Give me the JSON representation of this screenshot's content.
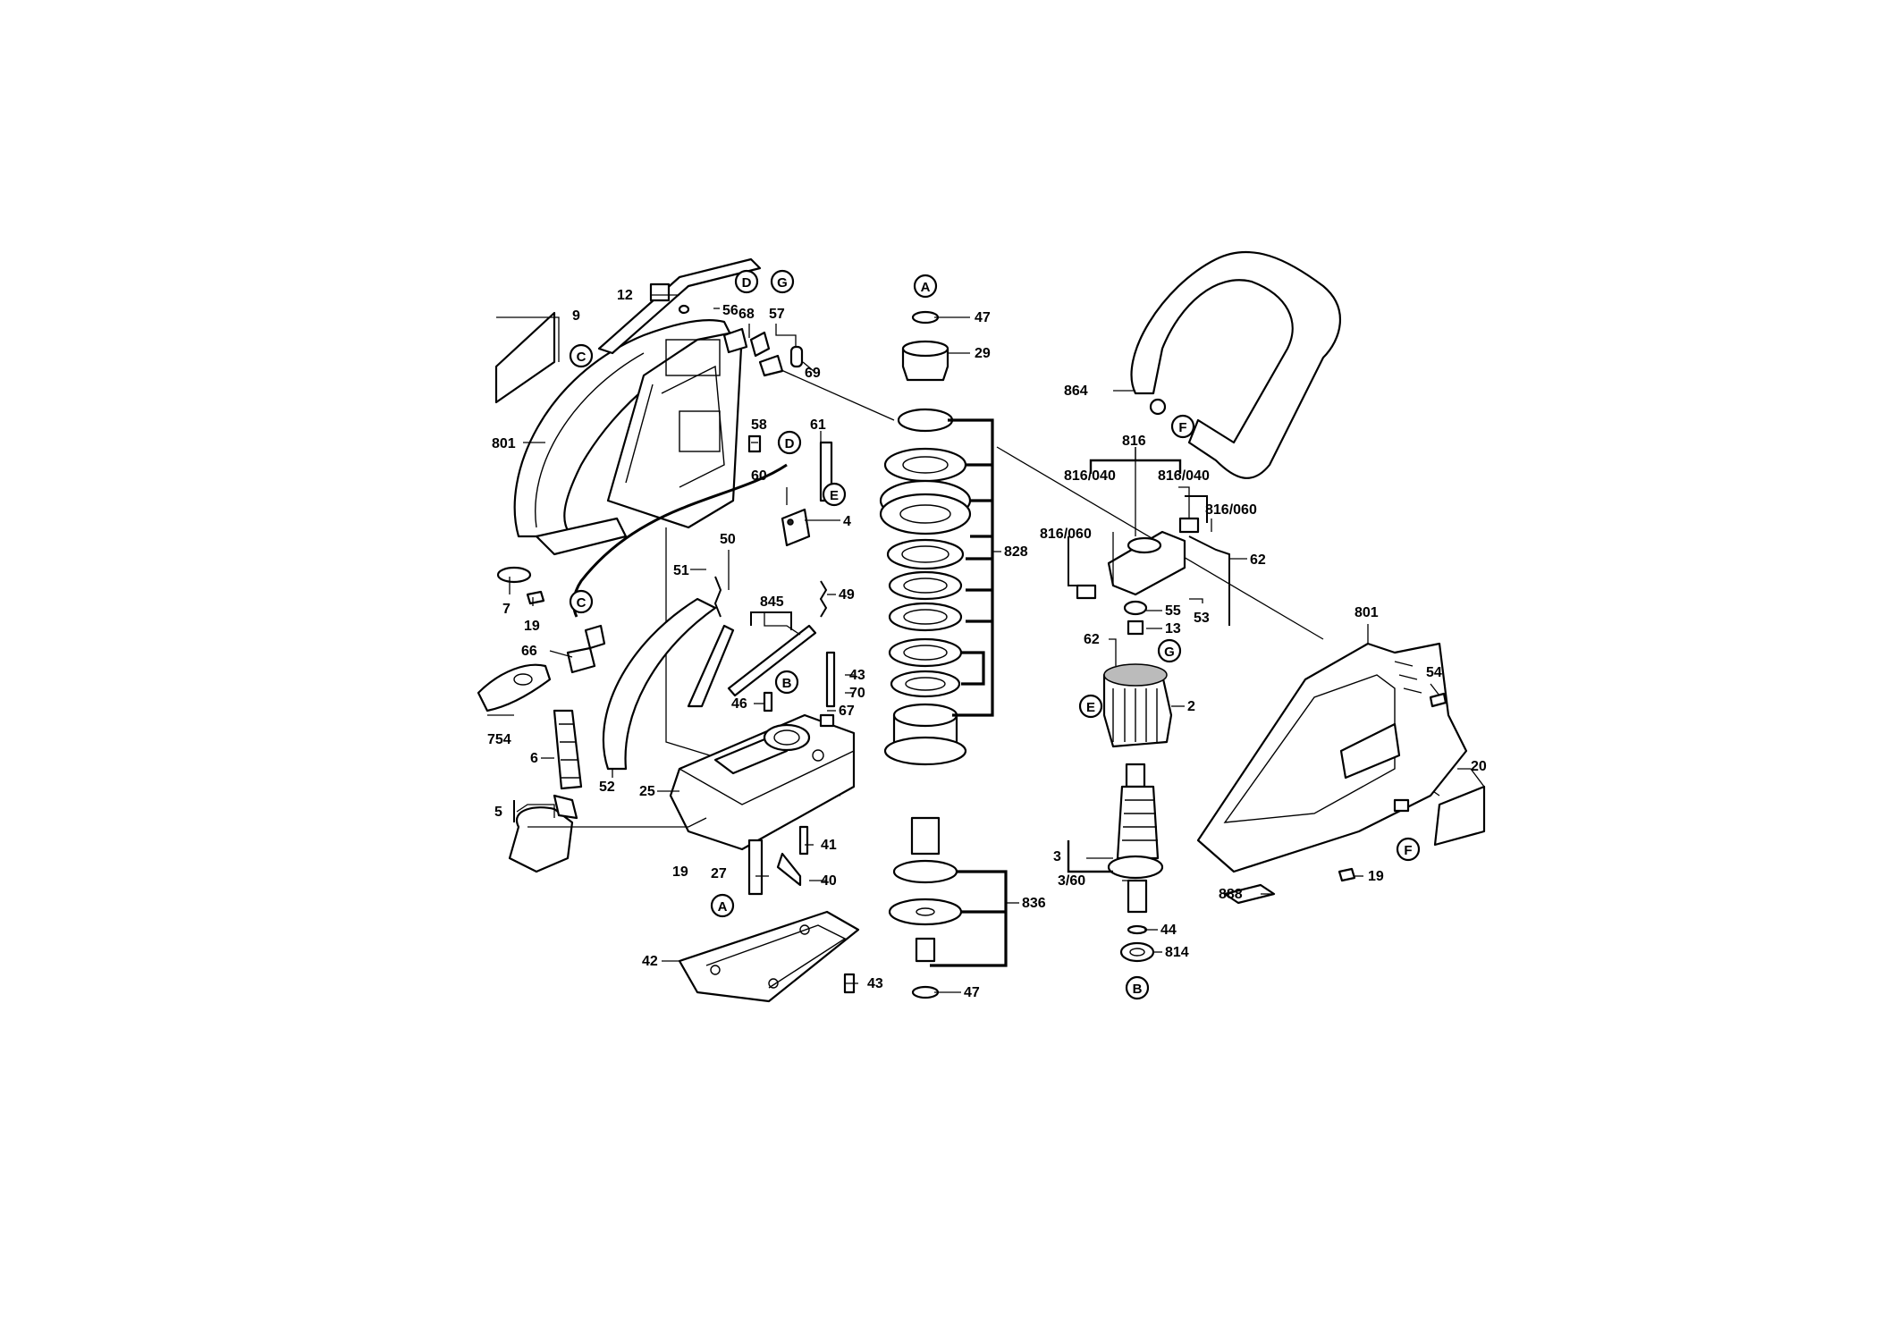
{
  "diagram": {
    "type": "exploded parts diagram",
    "part_labels": [
      {
        "id": "9",
        "text": "9"
      },
      {
        "id": "12",
        "text": "12"
      },
      {
        "id": "56",
        "text": "56"
      },
      {
        "id": "68",
        "text": "68"
      },
      {
        "id": "57",
        "text": "57"
      },
      {
        "id": "69",
        "text": "69"
      },
      {
        "id": "801a",
        "text": "801"
      },
      {
        "id": "58",
        "text": "58"
      },
      {
        "id": "61",
        "text": "61"
      },
      {
        "id": "60",
        "text": "60"
      },
      {
        "id": "4",
        "text": "4"
      },
      {
        "id": "50",
        "text": "50"
      },
      {
        "id": "51",
        "text": "51"
      },
      {
        "id": "845",
        "text": "845"
      },
      {
        "id": "49",
        "text": "49"
      },
      {
        "id": "7",
        "text": "7"
      },
      {
        "id": "19a",
        "text": "19"
      },
      {
        "id": "66",
        "text": "66"
      },
      {
        "id": "43a",
        "text": "43"
      },
      {
        "id": "70",
        "text": "70"
      },
      {
        "id": "46",
        "text": "46"
      },
      {
        "id": "67",
        "text": "67"
      },
      {
        "id": "754",
        "text": "754"
      },
      {
        "id": "6",
        "text": "6"
      },
      {
        "id": "52",
        "text": "52"
      },
      {
        "id": "25",
        "text": "25"
      },
      {
        "id": "5",
        "text": "5"
      },
      {
        "id": "41",
        "text": "41"
      },
      {
        "id": "19b",
        "text": "19"
      },
      {
        "id": "27",
        "text": "27"
      },
      {
        "id": "40",
        "text": "40"
      },
      {
        "id": "42",
        "text": "42"
      },
      {
        "id": "43b",
        "text": "43"
      },
      {
        "id": "47a",
        "text": "47"
      },
      {
        "id": "29",
        "text": "29"
      },
      {
        "id": "828",
        "text": "828"
      },
      {
        "id": "836",
        "text": "836"
      },
      {
        "id": "47b",
        "text": "47"
      },
      {
        "id": "864",
        "text": "864"
      },
      {
        "id": "816",
        "text": "816"
      },
      {
        "id": "816-040a",
        "text": "816/040"
      },
      {
        "id": "816-040b",
        "text": "816/040"
      },
      {
        "id": "816-060a",
        "text": "816/060"
      },
      {
        "id": "816-060b",
        "text": "816/060"
      },
      {
        "id": "62a",
        "text": "62"
      },
      {
        "id": "55",
        "text": "55"
      },
      {
        "id": "53",
        "text": "53"
      },
      {
        "id": "13",
        "text": "13"
      },
      {
        "id": "62b",
        "text": "62"
      },
      {
        "id": "2",
        "text": "2"
      },
      {
        "id": "801b",
        "text": "801"
      },
      {
        "id": "54",
        "text": "54"
      },
      {
        "id": "20",
        "text": "20"
      },
      {
        "id": "3",
        "text": "3"
      },
      {
        "id": "3-60",
        "text": "3/60"
      },
      {
        "id": "19c",
        "text": "19"
      },
      {
        "id": "888",
        "text": "888"
      },
      {
        "id": "44",
        "text": "44"
      },
      {
        "id": "814",
        "text": "814"
      }
    ],
    "reference_markers": [
      {
        "id": "D1",
        "text": "D"
      },
      {
        "id": "G1",
        "text": "G"
      },
      {
        "id": "C1",
        "text": "C"
      },
      {
        "id": "D2",
        "text": "D"
      },
      {
        "id": "E1",
        "text": "E"
      },
      {
        "id": "C2",
        "text": "C"
      },
      {
        "id": "B1",
        "text": "B"
      },
      {
        "id": "A1",
        "text": "A"
      },
      {
        "id": "A2",
        "text": "A"
      },
      {
        "id": "F1",
        "text": "F"
      },
      {
        "id": "G2",
        "text": "G"
      },
      {
        "id": "E2",
        "text": "E"
      },
      {
        "id": "F2",
        "text": "F"
      },
      {
        "id": "B2",
        "text": "B"
      }
    ]
  }
}
